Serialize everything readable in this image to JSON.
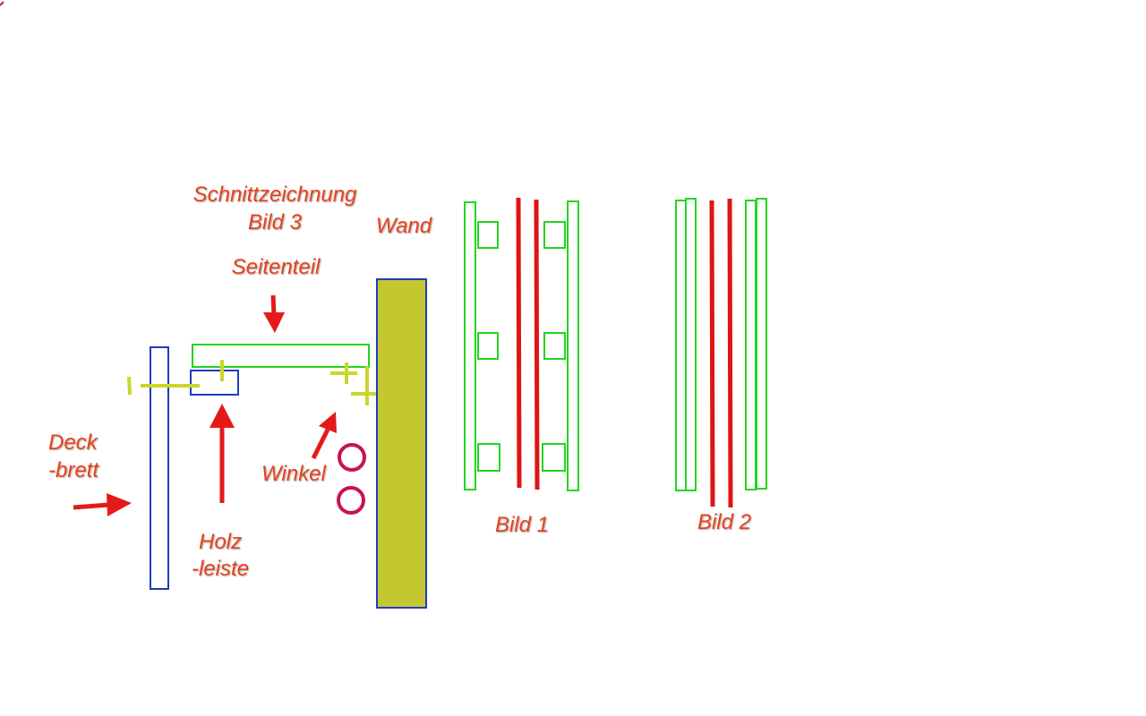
{
  "colors": {
    "label": "#e8411a",
    "arrow": "#e41a1a",
    "blue_outline": "#1f3bbf",
    "green_outline": "#22d61f",
    "wall_fill": "#c3c830",
    "screw": "#cbd62a",
    "red_line": "#de1414",
    "circle": "#c8144a"
  },
  "labels": {
    "schnitt_line1": "Schnittzeichnung",
    "schnitt_line2": "Bild 3",
    "wand": "Wand",
    "seitenteil": "Seitenteil",
    "deck_line1": "Deck",
    "deck_line2": "-brett",
    "winkel": "Winkel",
    "holz_line1": "Holz",
    "holz_line2": "-leiste",
    "bild1": "Bild 1",
    "bild2": "Bild 2"
  }
}
